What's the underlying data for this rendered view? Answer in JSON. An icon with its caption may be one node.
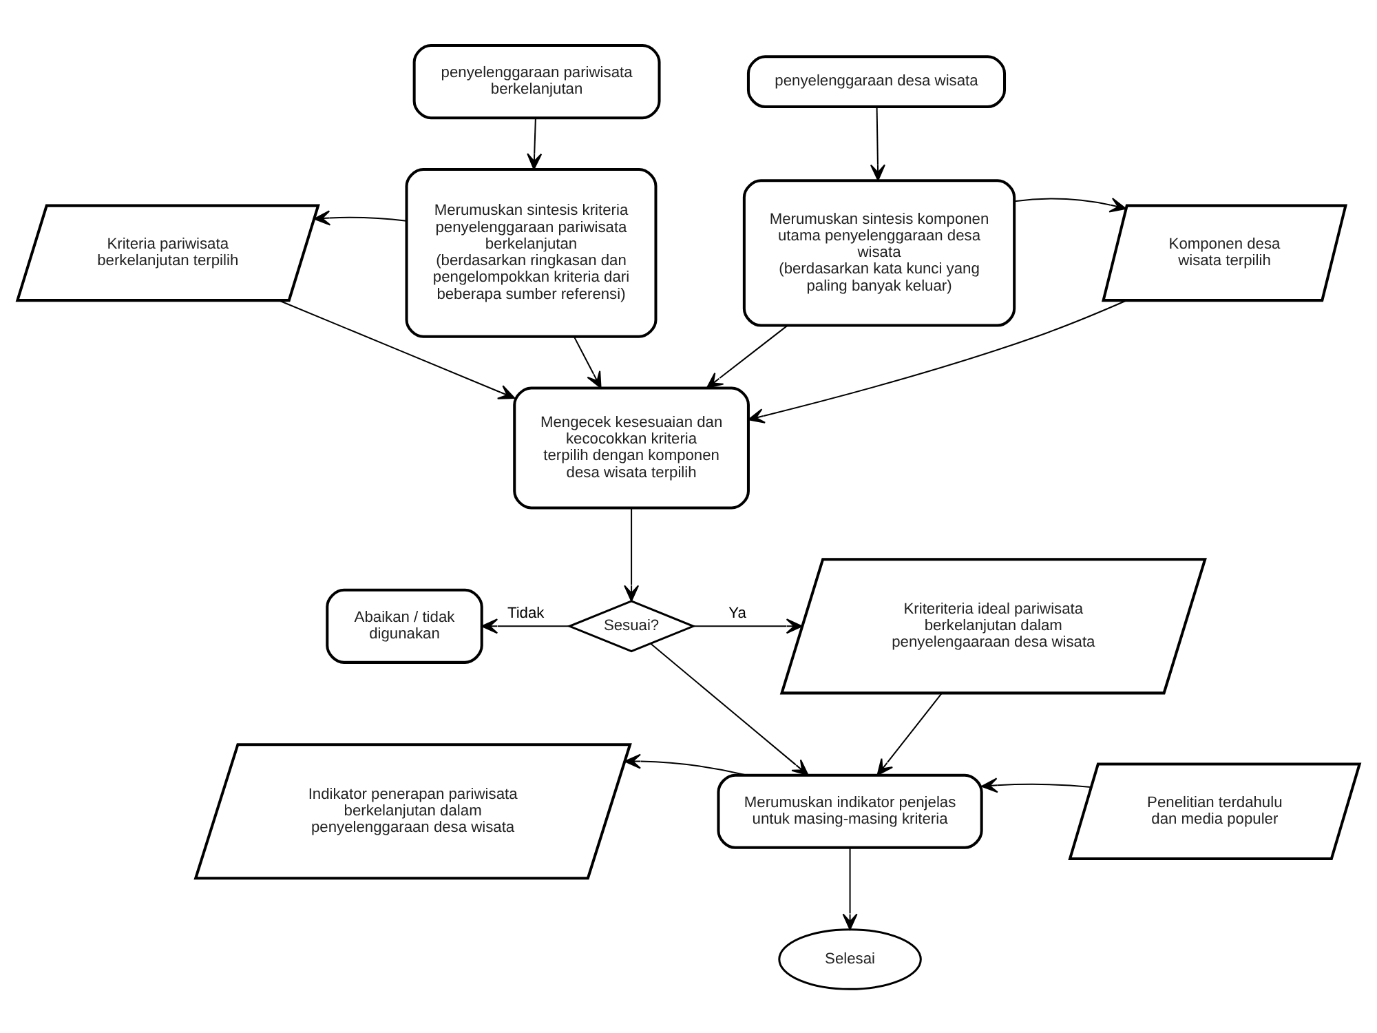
{
  "diagram": {
    "nodes": [
      {
        "text": [
          "penyelenggaraan pariwisata berkelanjutan"
        ]
      },
      {
        "text": [
          "penyelenggaraan desa wisata"
        ]
      },
      {
        "text": [
          "Kriteria pariwisata berkelanjutan terpilih"
        ]
      },
      {
        "text": [
          "Merumuskan sintesis kriteria penyelenggaraan pariwisata berkelanjutan",
          "(berdasarkan ringkasan dan pengelompokkan kriteria dari beberapa sumber referensi)"
        ]
      },
      {
        "text": [
          "Merumuskan sintesis komponen utama penyelenggaraan desa wisata",
          "(berdasarkan kata kunci yang paling banyak keluar)"
        ]
      },
      {
        "text": [
          "Komponen desa wisata terpilih"
        ]
      },
      {
        "text": [
          "Mengecek kesesuaian dan kecocokkan kriteria terpilih dengan komponen desa wisata terpilih"
        ]
      },
      {
        "text": [
          "Abaikan / tidak digunakan"
        ]
      },
      {
        "text": [
          "Sesuai?"
        ]
      },
      {
        "text": [
          "Kriteriteria ideal pariwisata berkelanjutan dalam penyelengaaraan desa wisata"
        ]
      },
      {
        "text": [
          "Indikator penerapan pariwisata berkelanjutan dalam penyelenggaraan desa wisata"
        ]
      },
      {
        "text": [
          "Merumuskan indikator penjelas untuk masing-masing kriteria"
        ]
      },
      {
        "text": [
          "Penelitian terdahulu dan media populer"
        ]
      },
      {
        "text": [
          "Selesai"
        ]
      }
    ],
    "edges": [
      {
        "from": 0,
        "to": 3,
        "arrow": "to"
      },
      {
        "from": 1,
        "to": 4,
        "arrow": "to"
      },
      {
        "from": 3,
        "to": 2,
        "arrow": "to"
      },
      {
        "from": 4,
        "to": 5,
        "arrow": "to"
      },
      {
        "from": 3,
        "to": 6,
        "arrow": "to"
      },
      {
        "from": 4,
        "to": 6,
        "arrow": "to"
      },
      {
        "from": 2,
        "to": 6,
        "arrow": "to"
      },
      {
        "from": 5,
        "to": 6,
        "arrow": "to"
      },
      {
        "from": 6,
        "to": 8,
        "arrow": "to"
      },
      {
        "from": 8,
        "to": 7,
        "arrow": "to",
        "label": "Tidak"
      },
      {
        "from": 8,
        "to": 9,
        "arrow": "to",
        "label": "Ya"
      },
      {
        "from": 8,
        "to": 11,
        "arrow": "to"
      },
      {
        "from": 9,
        "to": 11,
        "arrow": "to"
      },
      {
        "from": 12,
        "to": 11,
        "arrow": "to"
      },
      {
        "from": 11,
        "to": 10,
        "arrow": "to"
      },
      {
        "from": 11,
        "to": 13,
        "arrow": "to"
      }
    ]
  }
}
